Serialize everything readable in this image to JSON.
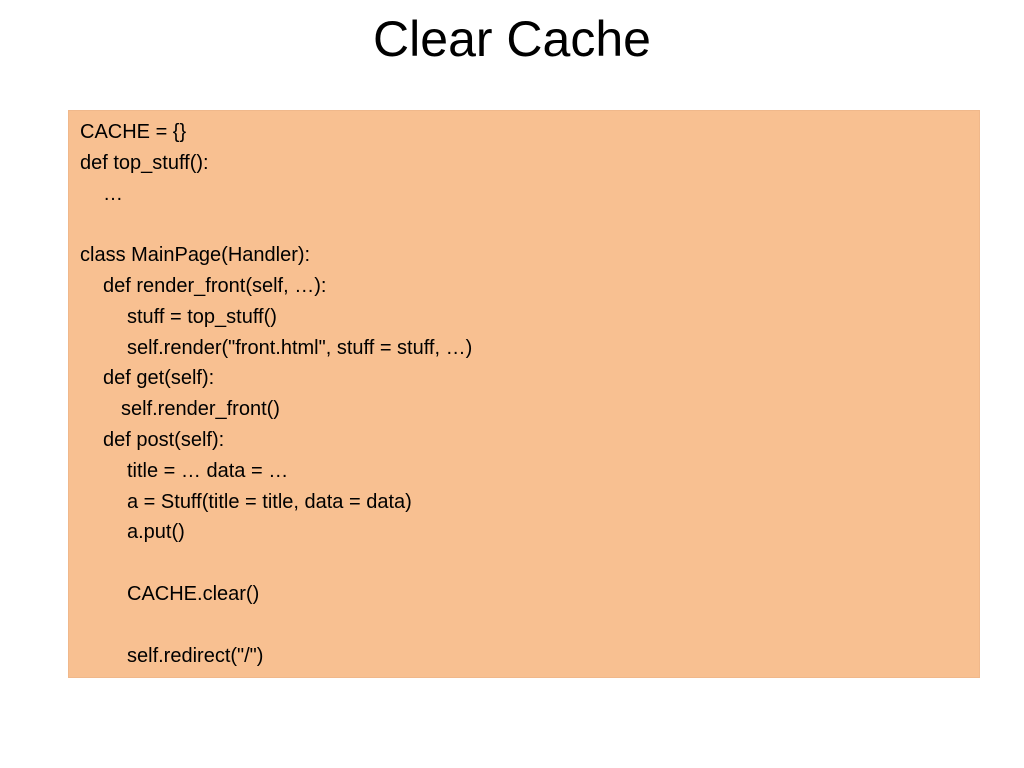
{
  "slide": {
    "title": "Clear Cache",
    "code_box_color": "#f8c091",
    "code_lines": [
      {
        "indent": 0,
        "text": "CACHE = {}"
      },
      {
        "indent": 0,
        "text": "def top_stuff():"
      },
      {
        "indent": 1,
        "text": "…"
      },
      {
        "indent": 0,
        "text": ""
      },
      {
        "indent": 0,
        "text": "class MainPage(Handler):"
      },
      {
        "indent": 1,
        "text": "def render_front(self, …):"
      },
      {
        "indent": 2,
        "text": "stuff = top_stuff()"
      },
      {
        "indent": 2,
        "text": "self.render(\"front.html\", stuff = stuff, …)"
      },
      {
        "indent": 1,
        "text": "def get(self):"
      },
      {
        "indent": 2,
        "text": "self.render_front()"
      },
      {
        "indent": 1,
        "text": "def post(self):"
      },
      {
        "indent": 2,
        "text": "title = … data = …"
      },
      {
        "indent": 2,
        "text": "a = Stuff(title = title, data = data)"
      },
      {
        "indent": 2,
        "text": "a.put()"
      },
      {
        "indent": 0,
        "text": ""
      },
      {
        "indent": 2,
        "text": "CACHE.clear()"
      },
      {
        "indent": 0,
        "text": ""
      },
      {
        "indent": 2,
        "text": "self.redirect(\"/\")"
      }
    ]
  }
}
